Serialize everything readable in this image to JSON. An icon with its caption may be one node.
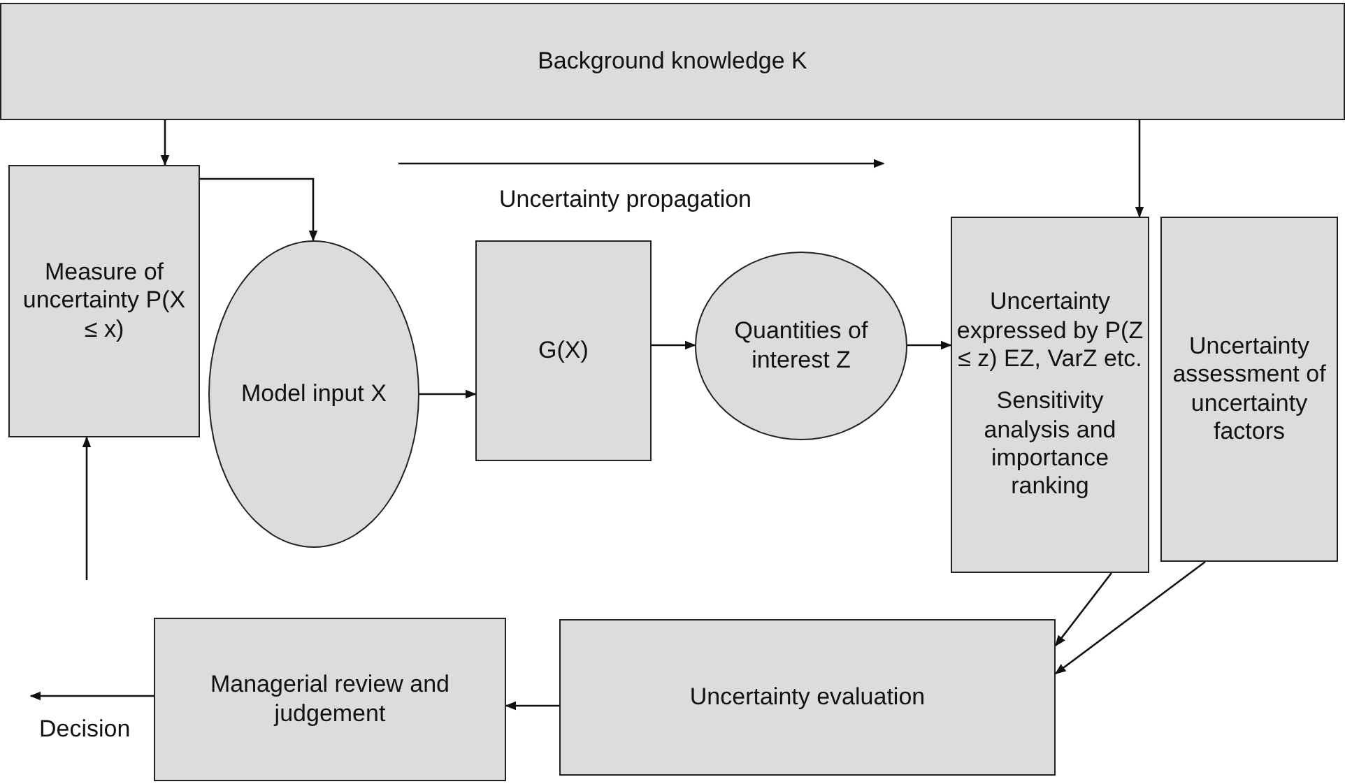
{
  "diagram": {
    "nodes": [
      {
        "text": [
          "Background knowledge K"
        ]
      },
      {
        "text": [
          "Measure of uncertainty P(X ≤ x)"
        ]
      },
      {
        "text": [
          "Model input X"
        ]
      },
      {
        "text": [
          "G(X)"
        ]
      },
      {
        "text": [
          "Quantities of interest Z"
        ]
      },
      {
        "text": [
          "Uncertainty expressed by P(Z ≤ z) EZ, VarZ etc.",
          "Sensitivity analysis and importance ranking"
        ]
      },
      {
        "text": [
          "Uncertainty assessment of uncertainty factors"
        ]
      },
      {
        "text": [
          "Uncertainty evaluation"
        ]
      },
      {
        "text": [
          "Managerial review and judgement"
        ]
      }
    ],
    "edges": [
      {
        "from": 0,
        "to": 1,
        "arrow": "to"
      },
      {
        "from": 1,
        "to": 2,
        "arrow": "to"
      },
      {
        "from": 2,
        "to": 3,
        "arrow": "to"
      },
      {
        "from": 3,
        "to": 4,
        "arrow": "to"
      },
      {
        "from": 4,
        "to": 5,
        "arrow": "to"
      },
      {
        "from": 0,
        "to": 5,
        "arrow": "to"
      },
      {
        "from": 5,
        "to": 7,
        "arrow": "to"
      },
      {
        "from": 6,
        "to": 7,
        "arrow": "to"
      },
      {
        "from": 7,
        "to": 8,
        "arrow": "to"
      },
      {
        "from": 8,
        "to": null,
        "arrow": "to",
        "label": "Decision"
      },
      {
        "from": null,
        "to": 1,
        "arrow": "to"
      }
    ],
    "labels": [
      "Uncertainty propagation"
    ]
  }
}
